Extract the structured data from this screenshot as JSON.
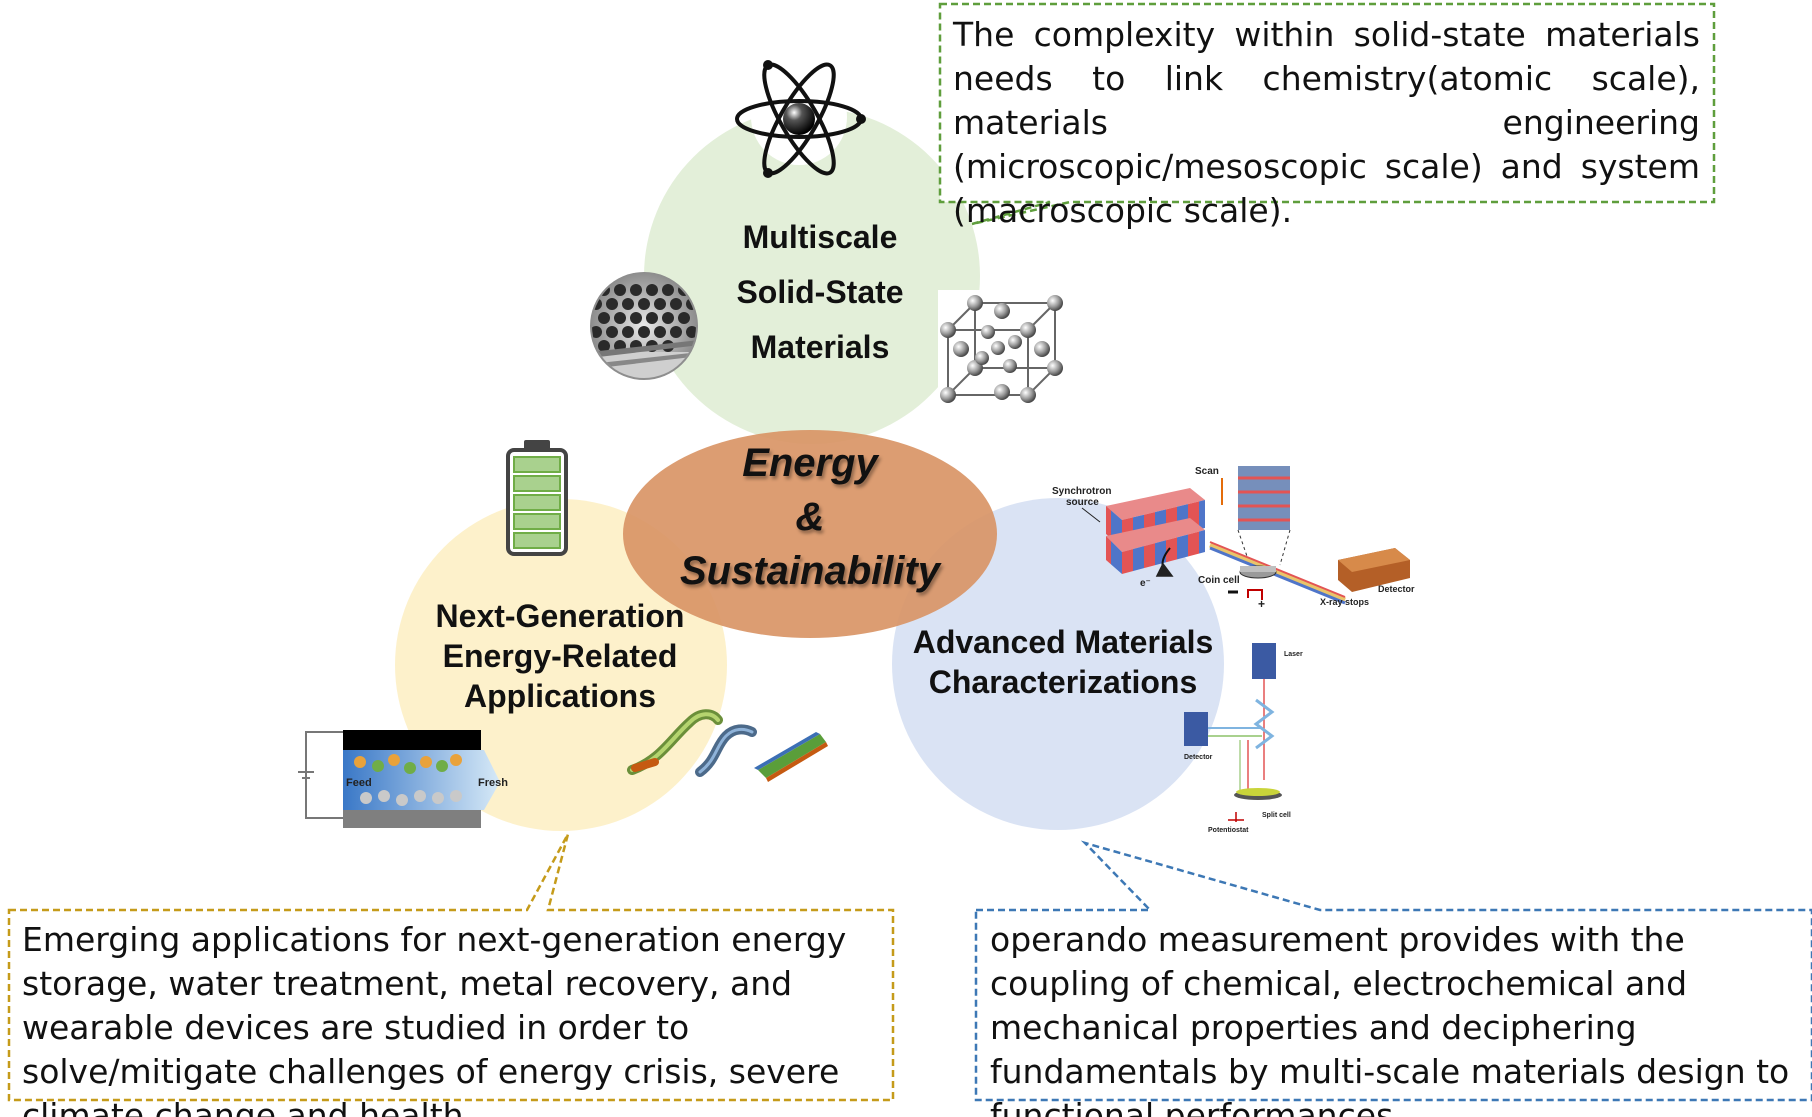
{
  "center": {
    "line1": "Energy",
    "line2": "&",
    "line3": "Sustainability"
  },
  "top_circle": {
    "line1": "Multiscale",
    "line2": "Solid-State",
    "line3": "Materials"
  },
  "left_circle": {
    "line1": "Next-Generation",
    "line2": "Energy-Related",
    "line3": "Applications"
  },
  "right_circle": {
    "line1": "Advanced Materials",
    "line2": "Characterizations"
  },
  "callouts": {
    "top": "The complexity within solid-state materials needs to link chemistry(atomic scale), materials engineering (microscopic/mesoscopic scale) and system (macroscopic scale).",
    "left": "Emerging applications for next-generation energy storage, water treatment, metal recovery, and wearable devices are studied in order to solve/mitigate challenges of energy crisis, severe climate change and health.",
    "right": "operando measurement provides with the coupling of chemical, electrochemical and mechanical properties and deciphering fundamentals by multi-scale materials design to functional performances."
  },
  "illustration_labels": {
    "feed": "Feed",
    "fresh": "Fresh",
    "synchrotron_source_1": "Synchrotron",
    "synchrotron_source_2": "source",
    "scan": "Scan",
    "coin_cell": "Coin cell",
    "detector_top": "Detector",
    "xray_stops": "X-ray stops",
    "electron": "e⁻",
    "laser": "Laser",
    "detector_bottom": "Detector",
    "split_cell": "Split cell",
    "potentiostat": "Potentiostat"
  },
  "colors": {
    "top_circle": "#e3efd9",
    "left_circle": "#fdf0c8",
    "right_circle": "#d8e1f3",
    "center_ellipse": "#d99566",
    "callout_top_border": "#5f9e3c",
    "callout_left_border": "#c59b1a",
    "callout_right_border": "#3d78b5"
  },
  "icons": [
    "atom-icon",
    "honeycomb-icon",
    "crystal-lattice-icon",
    "battery-icon",
    "desalination-cell-icon",
    "fiber-cable-icon",
    "synchrotron-setup-icon",
    "raman-setup-icon"
  ]
}
